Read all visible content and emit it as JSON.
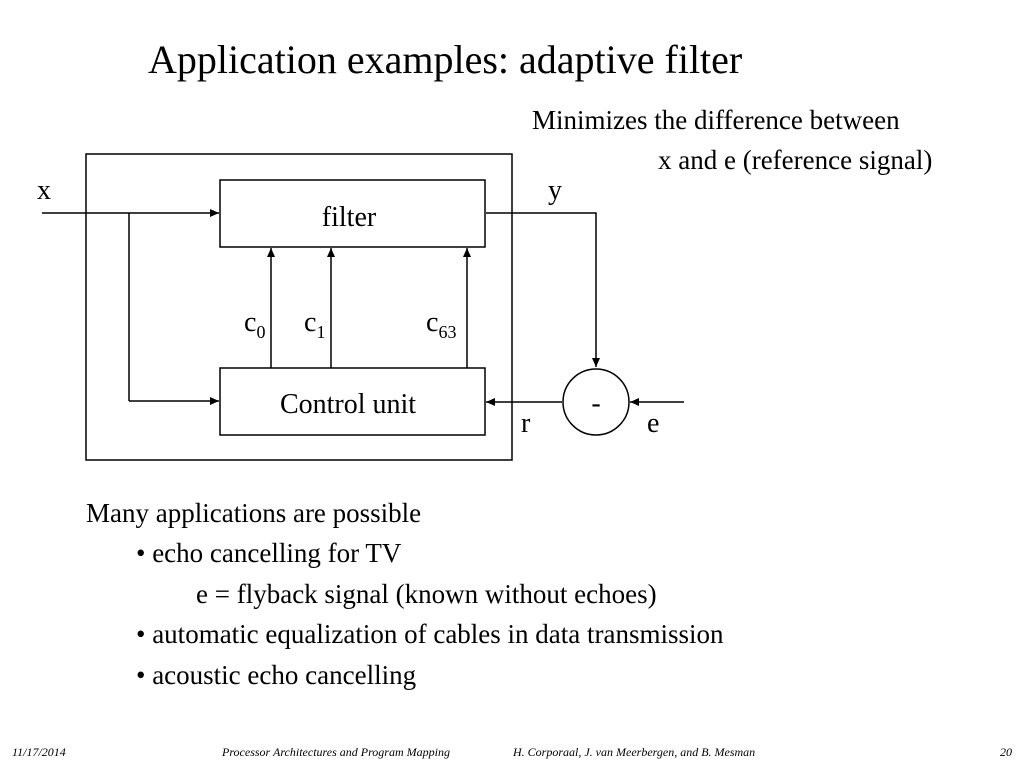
{
  "slide": {
    "title": "Application examples: adaptive filter",
    "note_line1": "Minimizes the difference between",
    "note_line2": "x and e (reference signal)"
  },
  "diagram": {
    "input_label": "x",
    "output_label": "y",
    "filter_label": "filter",
    "control_label": "Control unit",
    "coeffs": [
      {
        "base": "c",
        "sub": "0"
      },
      {
        "base": "c",
        "sub": "1"
      },
      {
        "base": "c",
        "sub": "63"
      }
    ],
    "subtractor_symbol": "-",
    "r_label": "r",
    "e_label": "e"
  },
  "body": {
    "heading": "Many applications are possible",
    "item1": "• echo cancelling for TV",
    "item1_sub": "e = flyback signal (known without echoes)",
    "item2": "• automatic equalization of cables in data transmission",
    "item3": "• acoustic echo cancelling"
  },
  "footer": {
    "date": "11/17/2014",
    "course": "Processor Architectures and Program Mapping",
    "authors": "H. Corporaal,  J. van Meerbergen, and B. Mesman",
    "page": "20"
  }
}
